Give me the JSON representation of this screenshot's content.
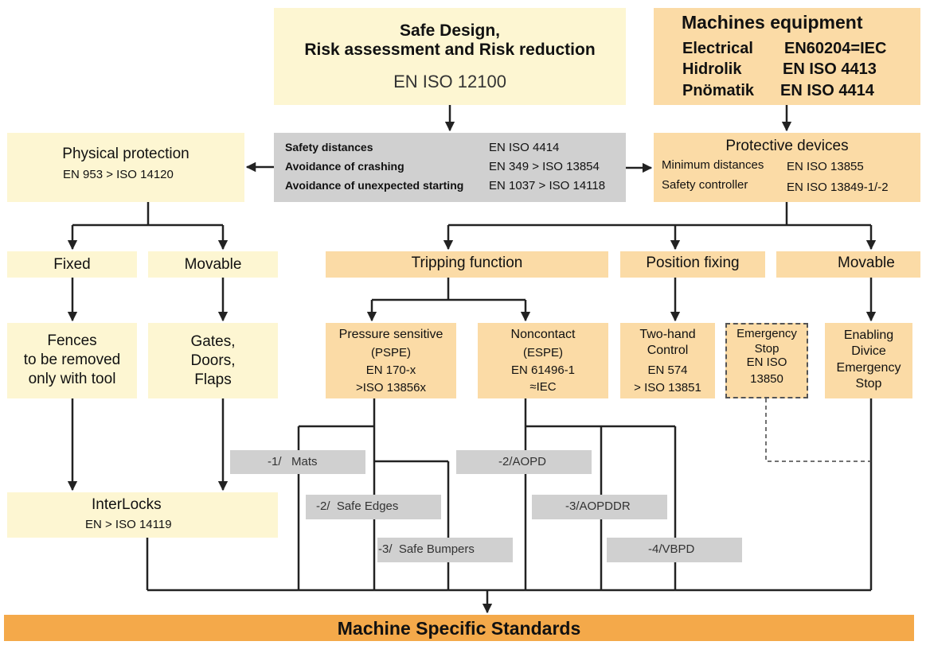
{
  "safe_design": {
    "title_line1": "Safe Design,",
    "title_line2": "Risk assessment and Risk reduction",
    "standard": "EN ISO 12100"
  },
  "machines": {
    "title": "Machines equipment",
    "rows": [
      {
        "label": "Electrical",
        "standard": "EN60204=IEC"
      },
      {
        "label": "Hidrolik",
        "standard": "EN ISO 4413"
      },
      {
        "label": "Pnömatik",
        "standard": "EN ISO 4414"
      }
    ]
  },
  "safety": {
    "rows": [
      {
        "label": "Safety distances",
        "standard": "EN ISO 4414"
      },
      {
        "label": "Avoidance of crashing",
        "standard": "EN  349 > ISO 13854"
      },
      {
        "label": "Avoidance of unexpected starting",
        "standard": "EN  1037 > ISO 14118"
      }
    ]
  },
  "physical": {
    "title": "Physical protection",
    "standard": "EN 953  > ISO 14120"
  },
  "protective": {
    "title": "Protective devices",
    "rows": [
      {
        "label": "Minimum distances",
        "standard": "EN ISO 13855"
      },
      {
        "label": "Safety controller",
        "standard": "EN ISO 13849-1/-2"
      }
    ]
  },
  "fixed": {
    "title": "Fixed"
  },
  "movable_left": {
    "title": "Movable"
  },
  "tripping": {
    "title": "Tripping function"
  },
  "position": {
    "title": "Position fixing"
  },
  "movable_right": {
    "title": "Movable"
  },
  "fences": {
    "line1": "Fences",
    "line2": "to be removed",
    "line3": "only with tool"
  },
  "gates": {
    "line1": "Gates,",
    "line2": "Doors,",
    "line3": "Flaps"
  },
  "pressure": {
    "line1": "Pressure sensitive",
    "line2": "(PSPE)",
    "line3": "EN 170-x",
    "line4": ">ISO 13856x"
  },
  "noncontact": {
    "line1": "Noncontact",
    "line2": "(ESPE)",
    "line3": "EN 61496-1",
    "line4": "≈IEC"
  },
  "twohand": {
    "line1": "Two-hand",
    "line2": "Control",
    "line3": "EN 574",
    "line4": "> ISO 13851"
  },
  "emergency": {
    "line1": "Emergency",
    "line2": "Stop",
    "line3": "EN ISO",
    "line4": "13850"
  },
  "enabling": {
    "line1": "Enabling",
    "line2": "Divice",
    "line3": "Emergency",
    "line4": "Stop"
  },
  "interlocks": {
    "title": "InterLocks",
    "standard": "EN  > ISO 14119"
  },
  "tags": {
    "mats": "-1/   Mats",
    "edges": "-2/  Safe Edges",
    "bumpers": "-3/  Safe Bumpers",
    "aopd": "-2/AOPD",
    "aopddr": "-3/AOPDDR",
    "vbpd": "-4/VBPD"
  },
  "machine_specific": {
    "title": "Machine Specific Standards"
  },
  "colors": {
    "light": "#fdf6d2",
    "orange": "#fbdba6",
    "gray": "#d0d0d0",
    "bar": "#f4a94a"
  }
}
